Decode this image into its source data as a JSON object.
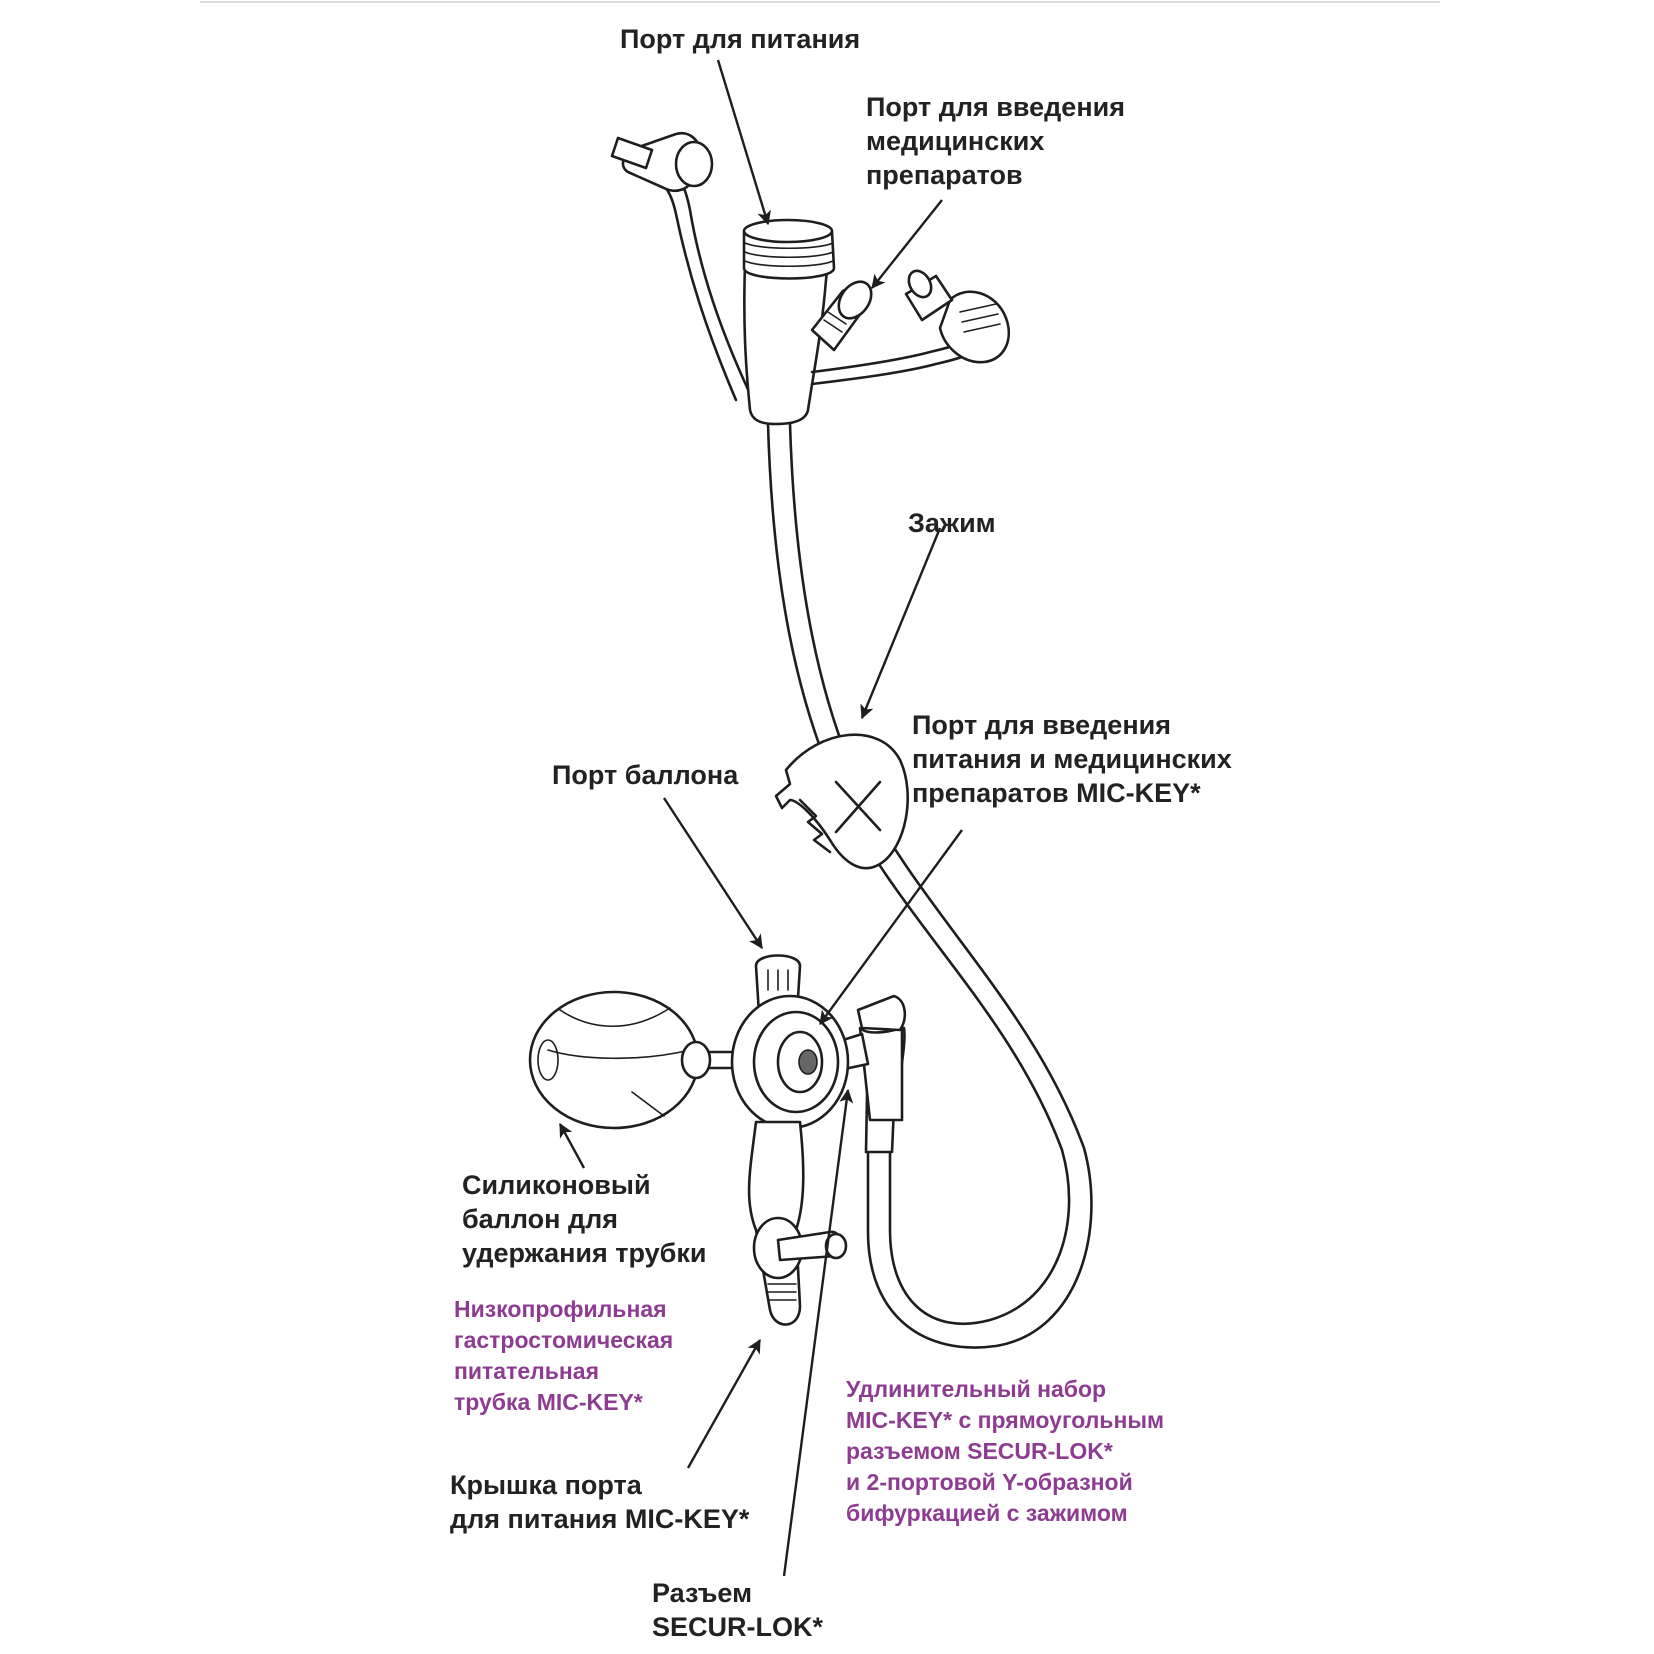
{
  "colors": {
    "text": "#222222",
    "accent": "#8e3c92",
    "line": "#1e1e1e",
    "background": "#ffffff"
  },
  "labels": {
    "feeding_port": [
      "Порт для питания"
    ],
    "medication_port": [
      "Порт для введения",
      "медицинских",
      "препаратов"
    ],
    "clamp": [
      "Зажим"
    ],
    "feed_med_port": [
      "Порт для введения",
      "питания и медицинских",
      "препаратов MIC-KEY*"
    ],
    "balloon_port": [
      "Порт баллона"
    ],
    "silicone_balloon": [
      "Силиконовый",
      "баллон для",
      "удержания трубки"
    ],
    "low_profile_tube": [
      "Низкопрофильная",
      "гастростомическая",
      "питательная",
      "трубка MIC-KEY*"
    ],
    "extension_set": [
      "Удлинительный набор",
      "MIC-KEY* с прямоугольным",
      "разъемом SECUR-LOK*",
      "и 2-портовой Y-образной",
      "бифуркацией с зажимом"
    ],
    "feeding_port_cap": [
      "Крышка порта",
      "для питания MIC-KEY*"
    ],
    "secur_lok_connector": [
      "Разъем",
      "SECUR-LOK*"
    ]
  }
}
